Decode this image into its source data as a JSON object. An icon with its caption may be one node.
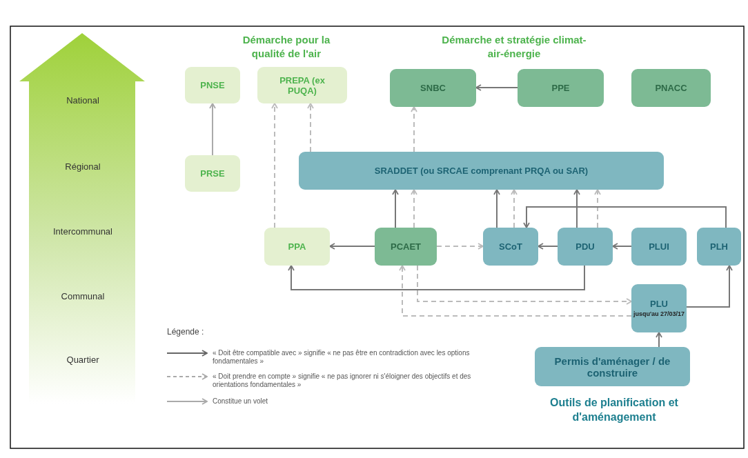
{
  "diagram": {
    "nodes": [
      {
        "text": [
          "PNSE"
        ]
      },
      {
        "text": [
          "PREPA (ex PUQA)"
        ]
      },
      {
        "text": [
          "SNBC"
        ]
      },
      {
        "text": [
          "PPE"
        ]
      },
      {
        "text": [
          "PNACC"
        ]
      },
      {
        "text": [
          "PRSE"
        ]
      },
      {
        "text": [
          "SRADDET (ou SRCAE comprenant PRQA ou SAR)"
        ]
      },
      {
        "text": [
          "PPA"
        ]
      },
      {
        "text": [
          "PCAET"
        ]
      },
      {
        "text": [
          "SCoT"
        ]
      },
      {
        "text": [
          "PDU"
        ]
      },
      {
        "text": [
          "PLUI"
        ]
      },
      {
        "text": [
          "PLH"
        ]
      },
      {
        "text": [
          "PLU",
          "jusqu'au 27/03/17"
        ]
      },
      {
        "text": [
          "Permis d'aménager / de construire"
        ]
      }
    ],
    "edges": [
      {
        "from": 5,
        "to": 0,
        "arrow": "to",
        "color": "#aaaaaa"
      },
      {
        "from": 7,
        "to": 1,
        "arrow": "to",
        "style": "dashed",
        "color": "#bbbbbb"
      },
      {
        "from": 6,
        "to": 1,
        "arrow": "to",
        "style": "dashed",
        "color": "#bbbbbb"
      },
      {
        "from": 6,
        "to": 2,
        "arrow": "to",
        "style": "dashed",
        "color": "#bbbbbb"
      },
      {
        "from": 3,
        "to": 2,
        "arrow": "to"
      },
      {
        "from": 8,
        "to": 6,
        "arrow": "to"
      },
      {
        "from": 8,
        "to": 6,
        "arrow": "to",
        "style": "dashed",
        "color": "#bbbbbb"
      },
      {
        "from": 9,
        "to": 6,
        "arrow": "to"
      },
      {
        "from": 9,
        "to": 6,
        "arrow": "to",
        "style": "dashed",
        "color": "#bbbbbb"
      },
      {
        "from": 10,
        "to": 6,
        "arrow": "to"
      },
      {
        "from": 10,
        "to": 6,
        "arrow": "to",
        "style": "dashed",
        "color": "#bbbbbb"
      },
      {
        "from": 12,
        "to": 9,
        "arrow": "to"
      },
      {
        "from": 8,
        "to": 7,
        "arrow": "to"
      },
      {
        "from": 8,
        "to": 9,
        "arrow": "to",
        "style": "dashed",
        "color": "#bbbbbb"
      },
      {
        "from": 10,
        "to": 9,
        "arrow": "to"
      },
      {
        "from": 11,
        "to": 10,
        "arrow": "to"
      },
      {
        "from": 10,
        "to": 7,
        "arrow": "to"
      },
      {
        "from": 8,
        "to": 13,
        "arrow": "to",
        "style": "dashed",
        "color": "#bbbbbb"
      },
      {
        "from": 13,
        "to": 8,
        "arrow": "to",
        "style": "dashed",
        "color": "#bbbbbb"
      },
      {
        "from": 13,
        "to": 12,
        "arrow": "to"
      },
      {
        "from": 14,
        "to": 13,
        "arrow": "to"
      }
    ],
    "labels": [
      "Démarche pour la qualité de l'air",
      "Démarche et stratégie climat-air-énergie",
      "National",
      "Régional",
      "Intercommunal",
      "Communal",
      "Quartier",
      "Légende :",
      "Outils de planification et d'aménagement"
    ],
    "legend": [
      {
        "text": "« Doit être compatible avec » signifie « ne pas être en contradiction avec les options fondamentales »"
      },
      {
        "text": "« Doit prendre en compte » signifie « ne pas ignorer ni s'éloigner des objectifs et des orientations fondamentales »"
      },
      {
        "text": "Constitue un volet"
      }
    ]
  }
}
